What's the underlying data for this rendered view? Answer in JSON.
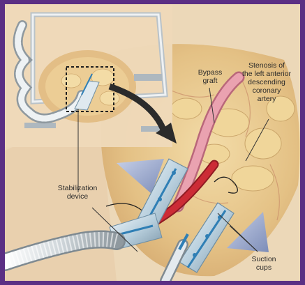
{
  "labels": {
    "bypass_graft": [
      "Bypass",
      "graft"
    ],
    "stenosis": [
      "Stenosis of",
      "the left anterior",
      "descending",
      "coronary",
      "artery"
    ],
    "stabilization_device": [
      "Stabilization",
      "device"
    ],
    "suction_cups": [
      "Suction",
      "cups"
    ]
  },
  "colors": {
    "frame": "#5b2f84",
    "tissue": "#ead5b4",
    "heart": "#e6c88f",
    "graft": "#e89aa6",
    "artery": "#c0262f",
    "device_metal": "#b9d0de",
    "device_blue": "#2f7fb5",
    "arrow_fill": "#8c9bc3"
  }
}
